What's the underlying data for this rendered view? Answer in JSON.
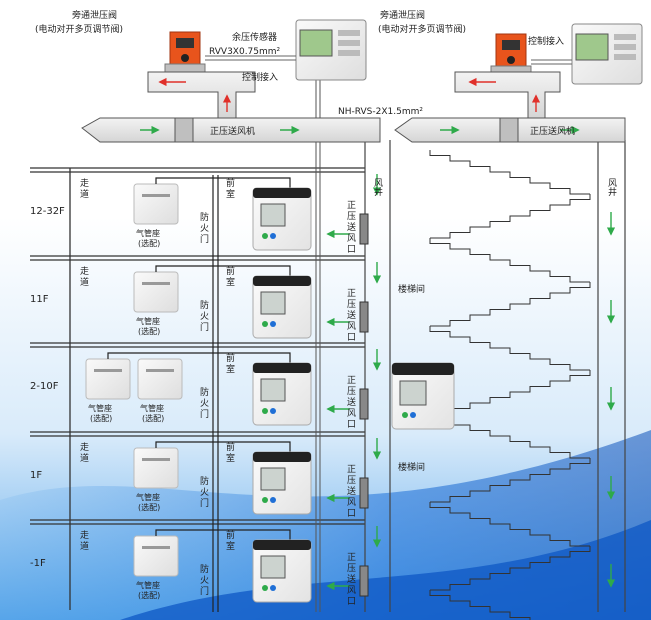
{
  "top": {
    "bypass_valve_title": "旁通泄压阀",
    "bypass_valve_sub": "(电动对开多页调节阀)",
    "pressure_sensor": "余压传感器",
    "cable_spec": "RVV3X0.75mm²",
    "control_access": "控制接入",
    "bus_cable": "NH-RVS-2X1.5mm²",
    "fan_label": "正压送风机"
  },
  "labels": {
    "corridor": "走道",
    "front_room": "前室",
    "fire_door": "防火门",
    "air_port": "正压送风口",
    "air_shaft": "风井",
    "stairwell": "楼梯间",
    "pipe_seat": "气管座",
    "optional": "(选配)"
  },
  "floors": [
    "12-32F",
    "11F",
    "2-10F",
    "1F",
    "-1F"
  ],
  "colors": {
    "arrow_green": "#2eaa4a",
    "arrow_red": "#e0302a",
    "valve_orange": "#e8541c",
    "blue_wave": "#1f6fd6"
  }
}
